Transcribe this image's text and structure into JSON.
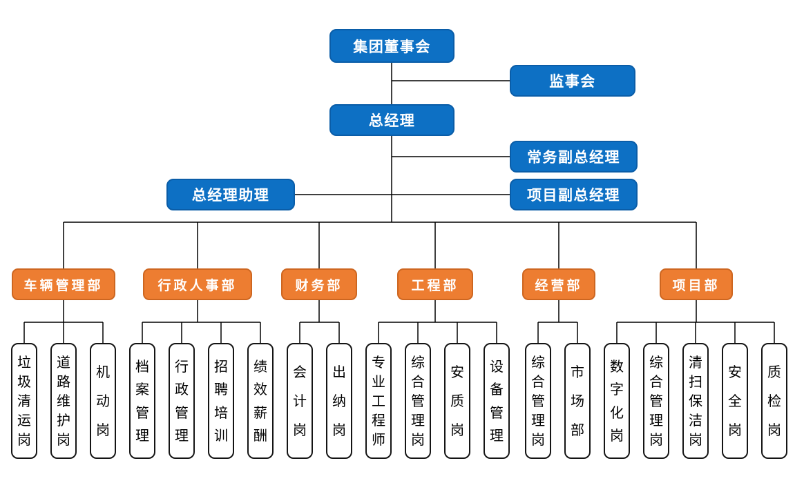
{
  "colors": {
    "background": "#FFFFFF",
    "node_blue": "#0D70C4",
    "node_blue_border": "#0A5DA8",
    "node_orange": "#ED7D31",
    "node_orange_border": "#CD6620",
    "position_box_border": "#141414",
    "connector": "#000000",
    "text_on_color": "#FFFFFF",
    "text_dark": "#000000"
  },
  "executives": {
    "board": {
      "label": "集团董事会"
    },
    "supervisory": {
      "label": "监事会"
    },
    "general_manager": {
      "label": "总经理"
    },
    "executive_deputy_gm": {
      "label": "常务副总经理"
    },
    "gm_assistant": {
      "label": "总经理助理"
    },
    "project_deputy_gm": {
      "label": "项目副总经理"
    }
  },
  "departments": [
    {
      "label": "车辆管理部",
      "positions": [
        "垃圾清运岗",
        "道路维护岗",
        "机动岗"
      ]
    },
    {
      "label": "行政人事部",
      "positions": [
        "档案管理",
        "行政管理",
        "招聘培训",
        "绩效薪酬"
      ]
    },
    {
      "label": "财务部",
      "positions": [
        "会计岗",
        "出纳岗"
      ]
    },
    {
      "label": "工程部",
      "positions": [
        "专业工程师",
        "综合管理岗",
        "安质岗",
        "设备管理"
      ]
    },
    {
      "label": "经营部",
      "positions": [
        "综合管理岗",
        "市场部"
      ]
    },
    {
      "label": "项目部",
      "positions": [
        "数字化岗",
        "综合管理岗",
        "清扫保洁岗",
        "安全岗",
        "质检岗"
      ]
    }
  ]
}
